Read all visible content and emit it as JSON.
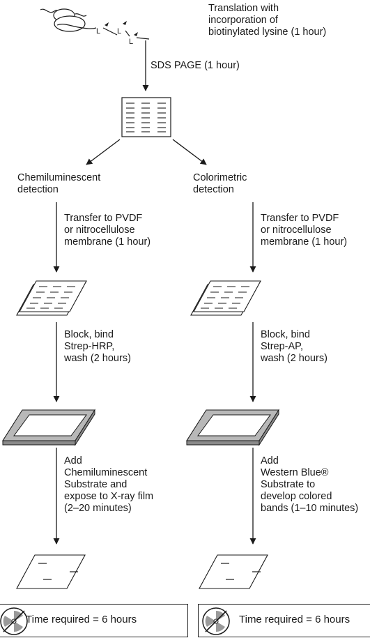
{
  "header": {
    "translation_lines": [
      "Translation with",
      "incorporation of",
      "biotinylated lysine (1 hour)"
    ],
    "sds_page": "SDS PAGE (1 hour)",
    "lysine_letter": "L"
  },
  "left": {
    "title_lines": [
      "Chemiluminescent",
      "detection"
    ],
    "transfer_lines": [
      "Transfer to PVDF",
      "or nitrocellulose",
      "membrane (1 hour)"
    ],
    "block_lines": [
      "Block, bind",
      "Strep-HRP,",
      "wash (2 hours)"
    ],
    "add_lines": [
      "Add",
      "Chemiluminescent",
      "Substrate and",
      "expose to X-ray film",
      "(2–20 minutes)"
    ],
    "time_text": "Time required = 6 hours",
    "time_icon": "radioactive-icon"
  },
  "right": {
    "title_lines": [
      "Colorimetric",
      "detection"
    ],
    "transfer_lines": [
      "Transfer to PVDF",
      "or nitrocellulose",
      "membrane (1 hour)"
    ],
    "block_lines": [
      "Block, bind",
      "Strep-AP,",
      "wash (2 hours)"
    ],
    "add_lines": [
      "Add",
      "Western Blue®",
      "Substrate to",
      "develop colored",
      "bands (1–10 minutes)"
    ],
    "time_text": "Time required = 6 hours",
    "time_icon": "radioactive-icon"
  },
  "colors": {
    "line": "#1a1a1a",
    "tray_fill": "#b8b8b8",
    "icon_fill": "#9a9a9a"
  }
}
